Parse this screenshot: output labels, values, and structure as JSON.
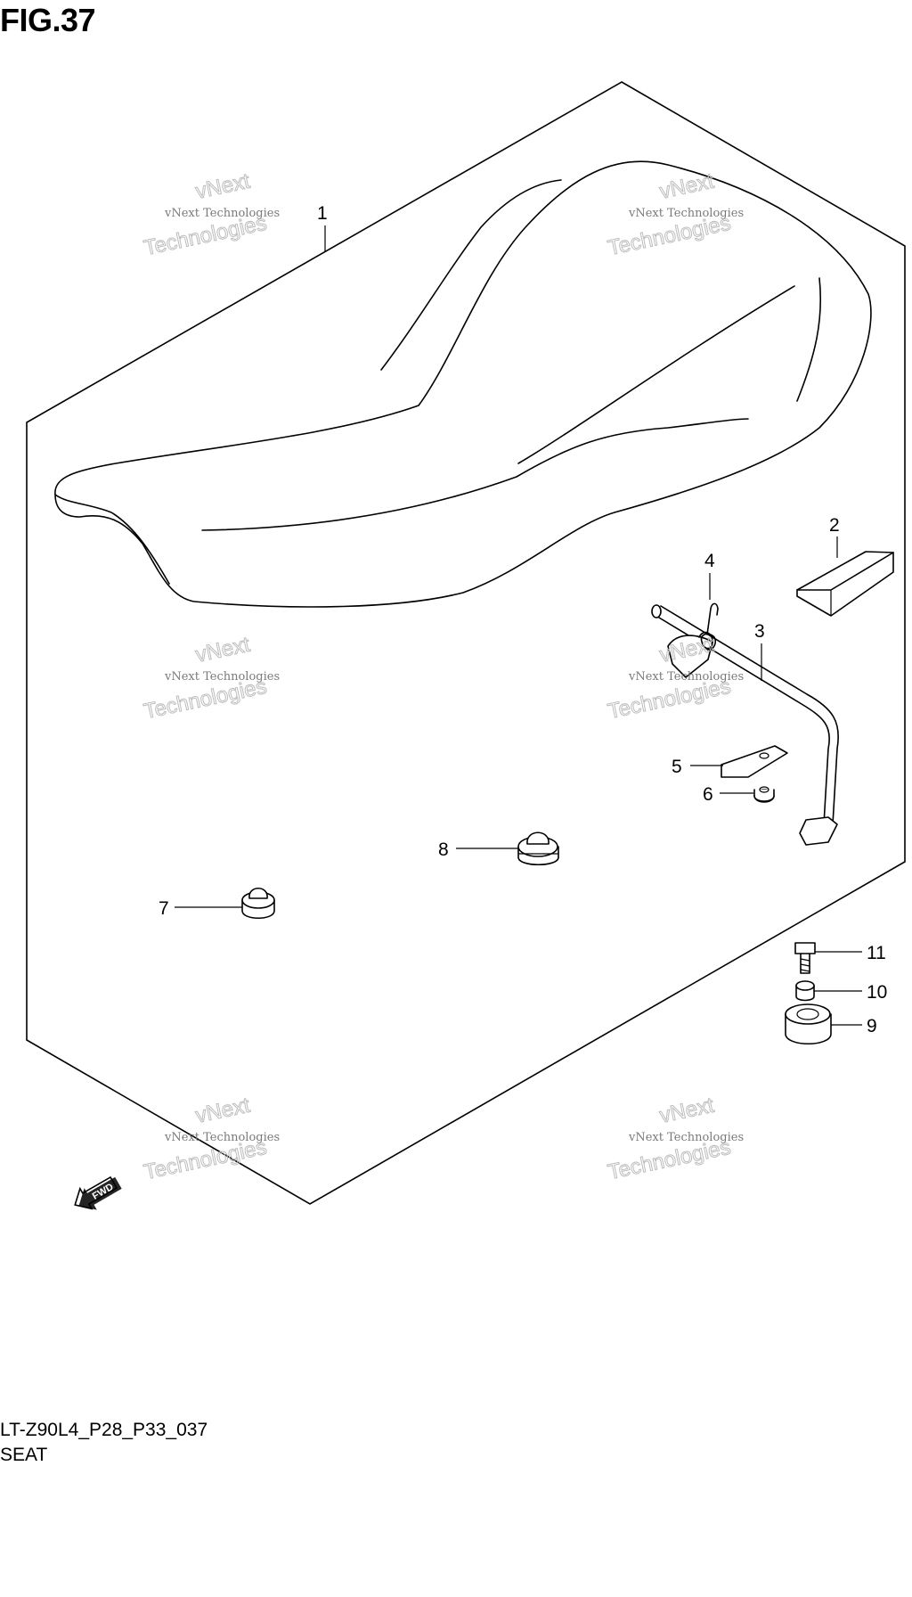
{
  "figure": {
    "title": "FIG.37",
    "footer_code": "LT-Z90L4_P28_P33_037",
    "footer_name": "SEAT"
  },
  "callouts": [
    {
      "id": "1",
      "part": "seat"
    },
    {
      "id": "2",
      "part": "pad"
    },
    {
      "id": "3",
      "part": "lock-rod"
    },
    {
      "id": "4",
      "part": "spring"
    },
    {
      "id": "5",
      "part": "plate"
    },
    {
      "id": "6",
      "part": "nut"
    },
    {
      "id": "7",
      "part": "cushion"
    },
    {
      "id": "8",
      "part": "cushion"
    },
    {
      "id": "9",
      "part": "cushion"
    },
    {
      "id": "10",
      "part": "collar"
    },
    {
      "id": "11",
      "part": "bolt"
    }
  ],
  "fwd_label": "FWD",
  "watermark": {
    "small": "vNext Technologies",
    "big_top": "vNext",
    "big_bottom": "Technologies"
  }
}
